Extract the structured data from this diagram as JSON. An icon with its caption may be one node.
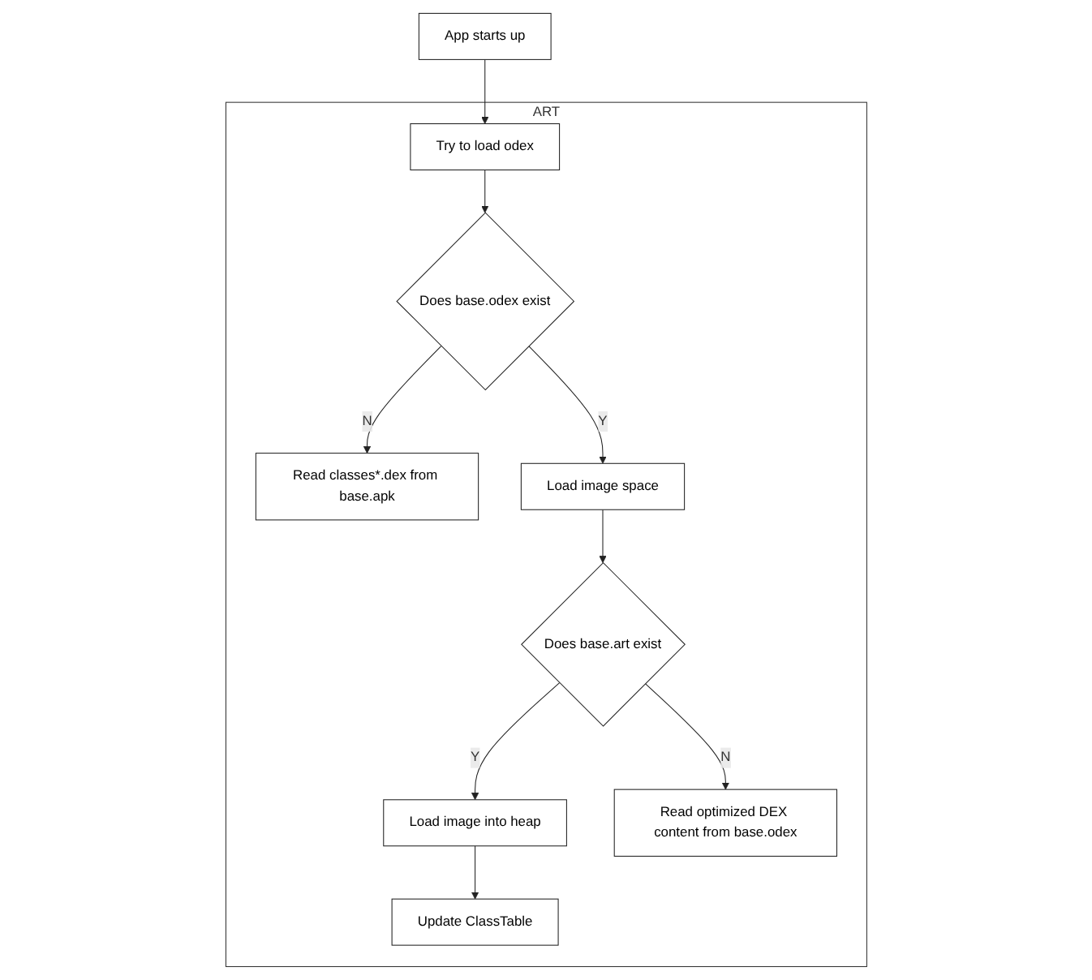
{
  "diagram": {
    "nodes": [
      {
        "text": [
          "App starts up"
        ]
      },
      {
        "text": [
          "ART"
        ]
      },
      {
        "text": [
          "Try to load odex"
        ],
        "in": 1
      },
      {
        "text": [
          "Does base.odex exist"
        ],
        "in": 1
      },
      {
        "text": [
          "Read classes*.dex from base.apk"
        ],
        "in": 1
      },
      {
        "text": [
          "Load image space"
        ],
        "in": 1
      },
      {
        "text": [
          "Does base.art exist"
        ],
        "in": 1
      },
      {
        "text": [
          "Load image into heap"
        ],
        "in": 1
      },
      {
        "text": [
          "Read optimized DEX content from base.odex"
        ],
        "in": 1
      },
      {
        "text": [
          "Update ClassTable"
        ],
        "in": 1
      }
    ],
    "edges": [
      {
        "from": 0,
        "to": 2,
        "arrow": "to"
      },
      {
        "from": 2,
        "to": 3,
        "arrow": "to"
      },
      {
        "from": 3,
        "to": 4,
        "label": "N",
        "arrow": "to"
      },
      {
        "from": 3,
        "to": 5,
        "label": "Y",
        "arrow": "to"
      },
      {
        "from": 5,
        "to": 6,
        "arrow": "to"
      },
      {
        "from": 6,
        "to": 7,
        "label": "Y",
        "arrow": "to"
      },
      {
        "from": 6,
        "to": 8,
        "label": "N",
        "arrow": "to"
      },
      {
        "from": 7,
        "to": 9,
        "arrow": "to"
      }
    ]
  }
}
